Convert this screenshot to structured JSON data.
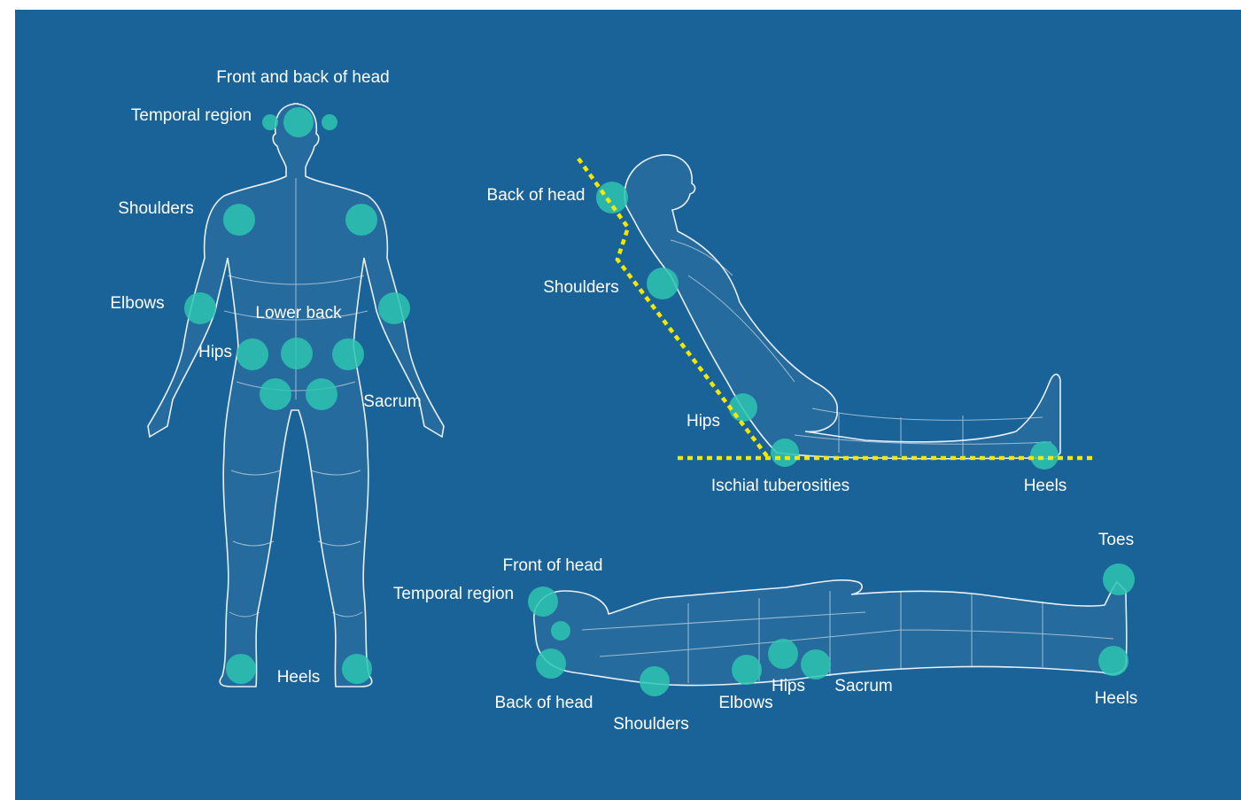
{
  "colors": {
    "background": "#1a6399",
    "pressure_point": "#2ec4b0",
    "support_line": "#f4e800",
    "mesh": "#ffffff",
    "text": "#ffffff"
  },
  "standing_figure": {
    "labels": {
      "front_back_head": "Front and back of head",
      "temporal_region": "Temporal region",
      "shoulders": "Shoulders",
      "elbows": "Elbows",
      "lower_back": "Lower back",
      "hips": "Hips",
      "sacrum": "Sacrum",
      "heels": "Heels"
    }
  },
  "seated_figure": {
    "labels": {
      "back_of_head": "Back of head",
      "shoulders": "Shoulders",
      "hips": "Hips",
      "ischial_tuberosities": "Ischial tuberosities",
      "heels": "Heels"
    }
  },
  "lying_figure": {
    "labels": {
      "toes": "Toes",
      "front_of_head": "Front of head",
      "temporal_region": "Temporal region",
      "back_of_head": "Back of head",
      "shoulders": "Shoulders",
      "elbows": "Elbows",
      "hips": "Hips",
      "sacrum": "Sacrum",
      "heels": "Heels"
    }
  }
}
